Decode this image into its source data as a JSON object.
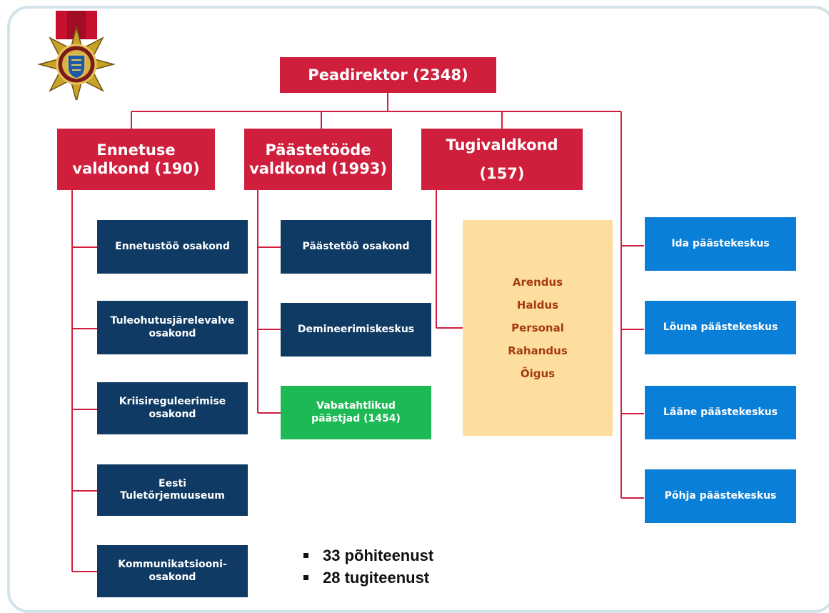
{
  "top": {
    "label": "Peadirektor (2348)"
  },
  "domains": [
    {
      "line1": "Ennetuse",
      "line2": "valdkond (190)"
    },
    {
      "line1": "Päästetööde",
      "line2": "valdkond (1993)"
    },
    {
      "line1": "Tugivaldkond",
      "line2": "(157)"
    }
  ],
  "prevention_units": [
    "Ennetustöö osakond",
    "Tuleohutusjärelevalve osakond",
    "Kriisireguleerimise osakond",
    "Eesti Tuletõrjemuuseum",
    "Kommunikatsiooni-osakond"
  ],
  "rescue_units": [
    "Päästetöö osakond",
    "Demineerimiskeskus",
    "Vabatahtlikud päästjad (1454)"
  ],
  "support_areas": [
    "Arendus",
    "Haldus",
    "Personal",
    "Rahandus",
    "Õigus"
  ],
  "regional_centers": [
    "Ida päästekeskus",
    "Lõuna päästekeskus",
    "Lääne päästekeskus",
    "Põhja päästekeskus"
  ],
  "notes": [
    "33 põhiteenust",
    "28 tugiteenust"
  ],
  "colors": {
    "red": "#d01e3d",
    "navy": "#0f3a63",
    "blue": "#0a7fd7",
    "green": "#1db954",
    "support_bg": "#fdde9e",
    "support_text": "#a43a10",
    "connector": "#d01e3d"
  },
  "icons": {
    "logo": "rescue-board-star-emblem-icon"
  }
}
